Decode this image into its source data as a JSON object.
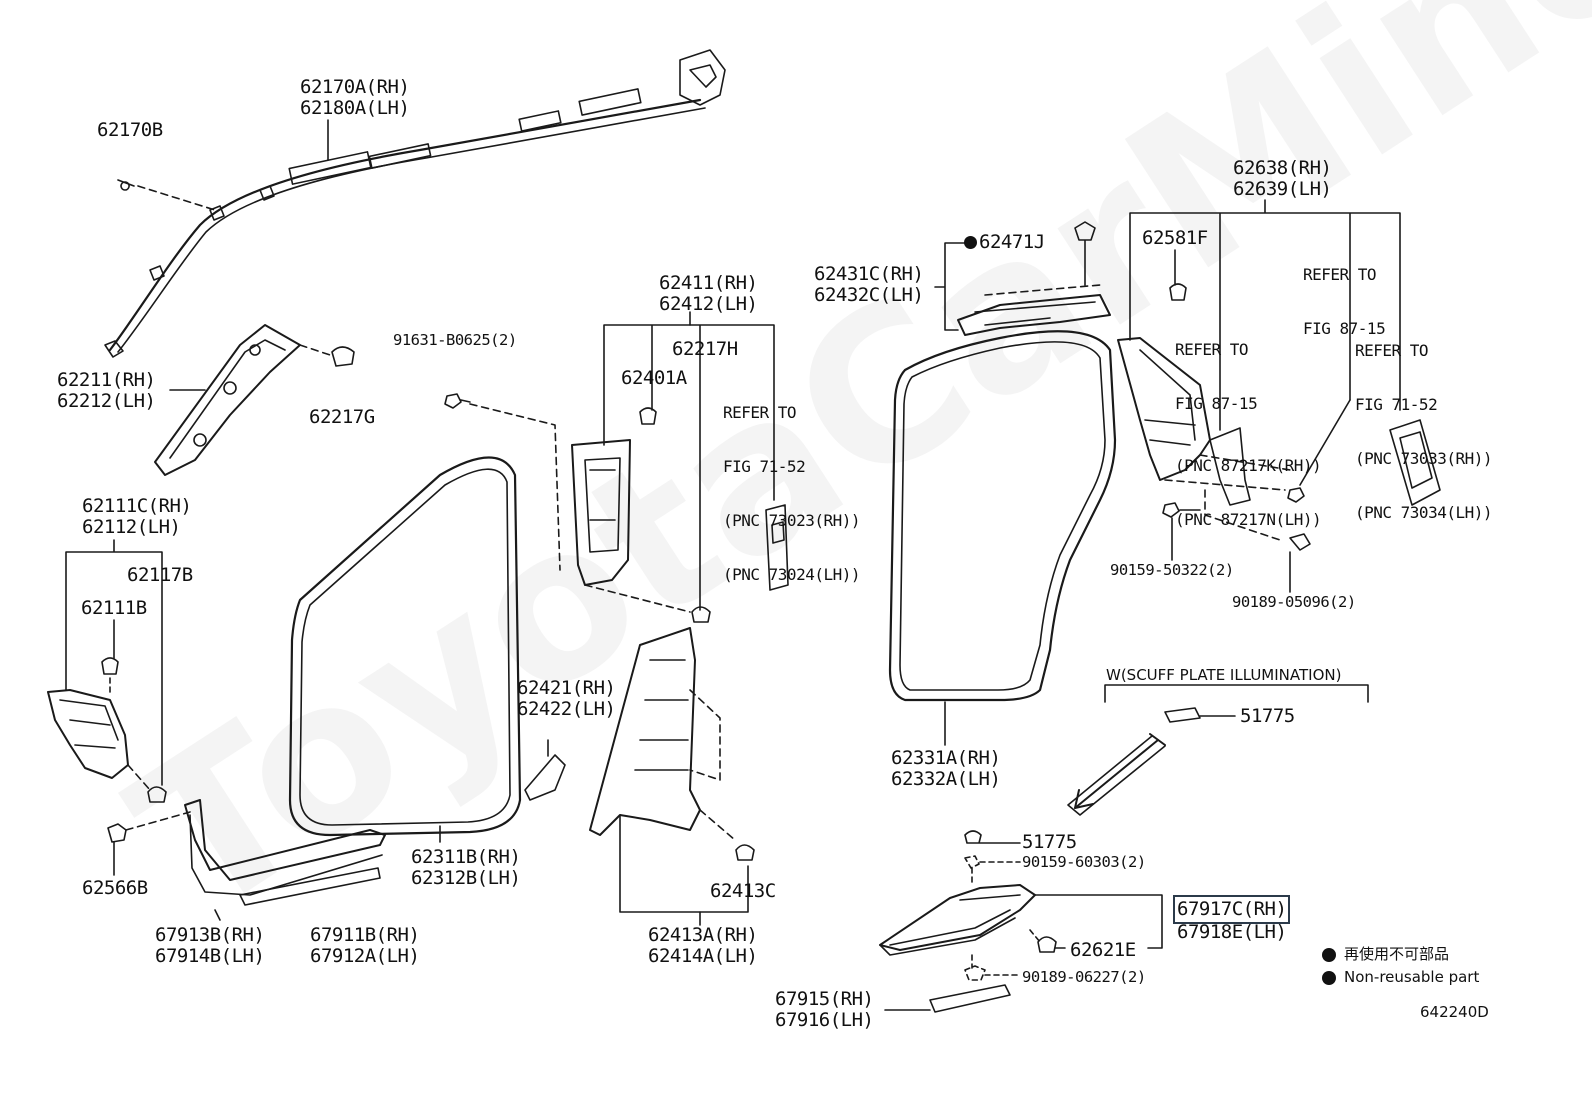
{
  "watermark": "ToyotaCarMine.ru",
  "figure_id": "642240D",
  "variant_note": "W(SCUFF PLATE ILLUMINATION)",
  "legend": {
    "jp": "再使用不可部品",
    "en": "Non-reusable part"
  },
  "parts": {
    "p62170A": "62170A(RH)",
    "p62180A": "62180A(LH)",
    "p62170B": "62170B",
    "p62211": "62211(RH)",
    "p62212": "62212(LH)",
    "p62217G": "62217G",
    "p62111C": "62111C(RH)",
    "p62112": "62112(LH)",
    "p62117B": "62117B",
    "p62111B": "62111B",
    "p62566B": "62566B",
    "p67913B": "67913B(RH)",
    "p67914B": "67914B(LH)",
    "p67911B": "67911B(RH)",
    "p67912A": "67912A(LH)",
    "p62311B": "62311B(RH)",
    "p62312B": "62312B(LH)",
    "p91631": "91631-B0625(2)",
    "p62411": "62411(RH)",
    "p62412": "62412(LH)",
    "p62217H": "62217H",
    "p62401A": "62401A",
    "p62421": "62421(RH)",
    "p62422": "62422(LH)",
    "p62413C": "62413C",
    "p62413A": "62413A(RH)",
    "p62414A": "62414A(LH)",
    "p62431C": "62431C(RH)",
    "p62432C": "62432C(LH)",
    "p62471J": "62471J",
    "p62581F": "62581F",
    "p62638": "62638(RH)",
    "p62639": "62639(LH)",
    "p90159_50322": "90159-50322(2)",
    "p90189_05096": "90189-05096(2)",
    "p62331A": "62331A(RH)",
    "p62332A": "62332A(LH)",
    "p51775a": "51775",
    "p51775b": "51775",
    "p90159_60303": "90159-60303(2)",
    "p67917C": "67917C(RH)",
    "p67918E": "67918E(LH)",
    "p62621E": "62621E",
    "p90189_06227": "90189-06227(2)",
    "p67915": "67915(RH)",
    "p67916": "67916(LH)"
  },
  "refs": {
    "r1": [
      "REFER TO",
      "FIG 71-52",
      "(PNC 73023(RH))",
      "(PNC 73024(LH))"
    ],
    "r2": [
      "REFER TO",
      "FIG 87-15",
      "(PNC 87217K(RH))",
      "(PNC 87217N(LH))"
    ],
    "r3": [
      "REFER TO",
      "FIG 87-15"
    ],
    "r4": [
      "REFER TO",
      "FIG 71-52",
      "(PNC 73033(RH))",
      "(PNC 73034(LH))"
    ]
  }
}
